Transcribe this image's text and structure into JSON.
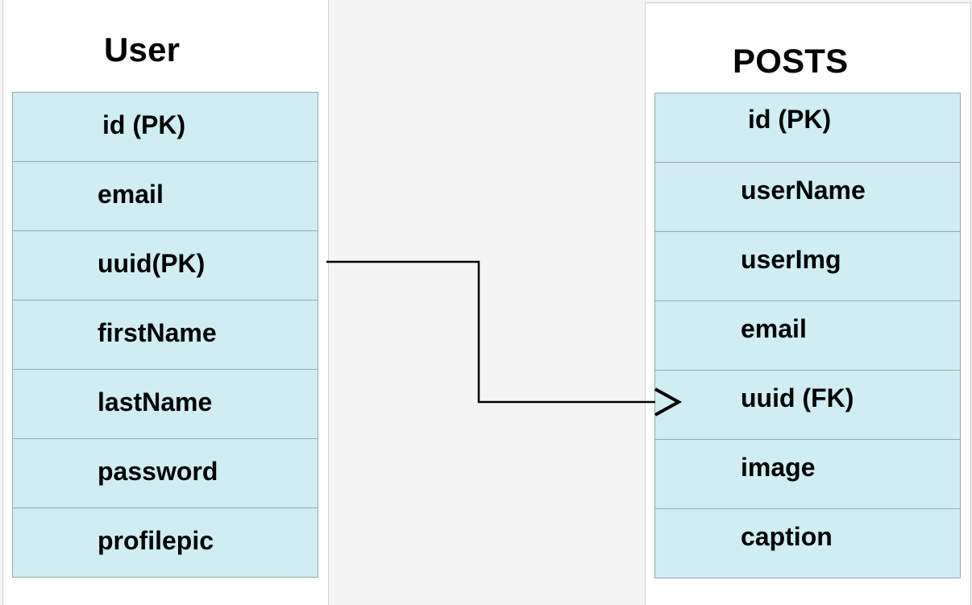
{
  "tables": {
    "user": {
      "title": "User",
      "fields": [
        "id (PK)",
        "email",
        "uuid(PK)",
        "firstName",
        "lastName",
        "password",
        "profilepic"
      ]
    },
    "posts": {
      "title": "POSTS",
      "fields": [
        "id (PK)",
        "userName",
        "userImg",
        "email",
        "uuid (FK)",
        "image",
        "caption"
      ]
    }
  },
  "relationship": {
    "from_table": "User",
    "from_field": "uuid(PK)",
    "to_table": "POSTS",
    "to_field": "uuid (FK)",
    "end_marker": "crow-foot"
  },
  "colors": {
    "background": "#f4f4f4",
    "card": "#ffffff",
    "row_fill": "#cfedf3",
    "row_border": "#9aa7ad",
    "text": "#000000"
  }
}
